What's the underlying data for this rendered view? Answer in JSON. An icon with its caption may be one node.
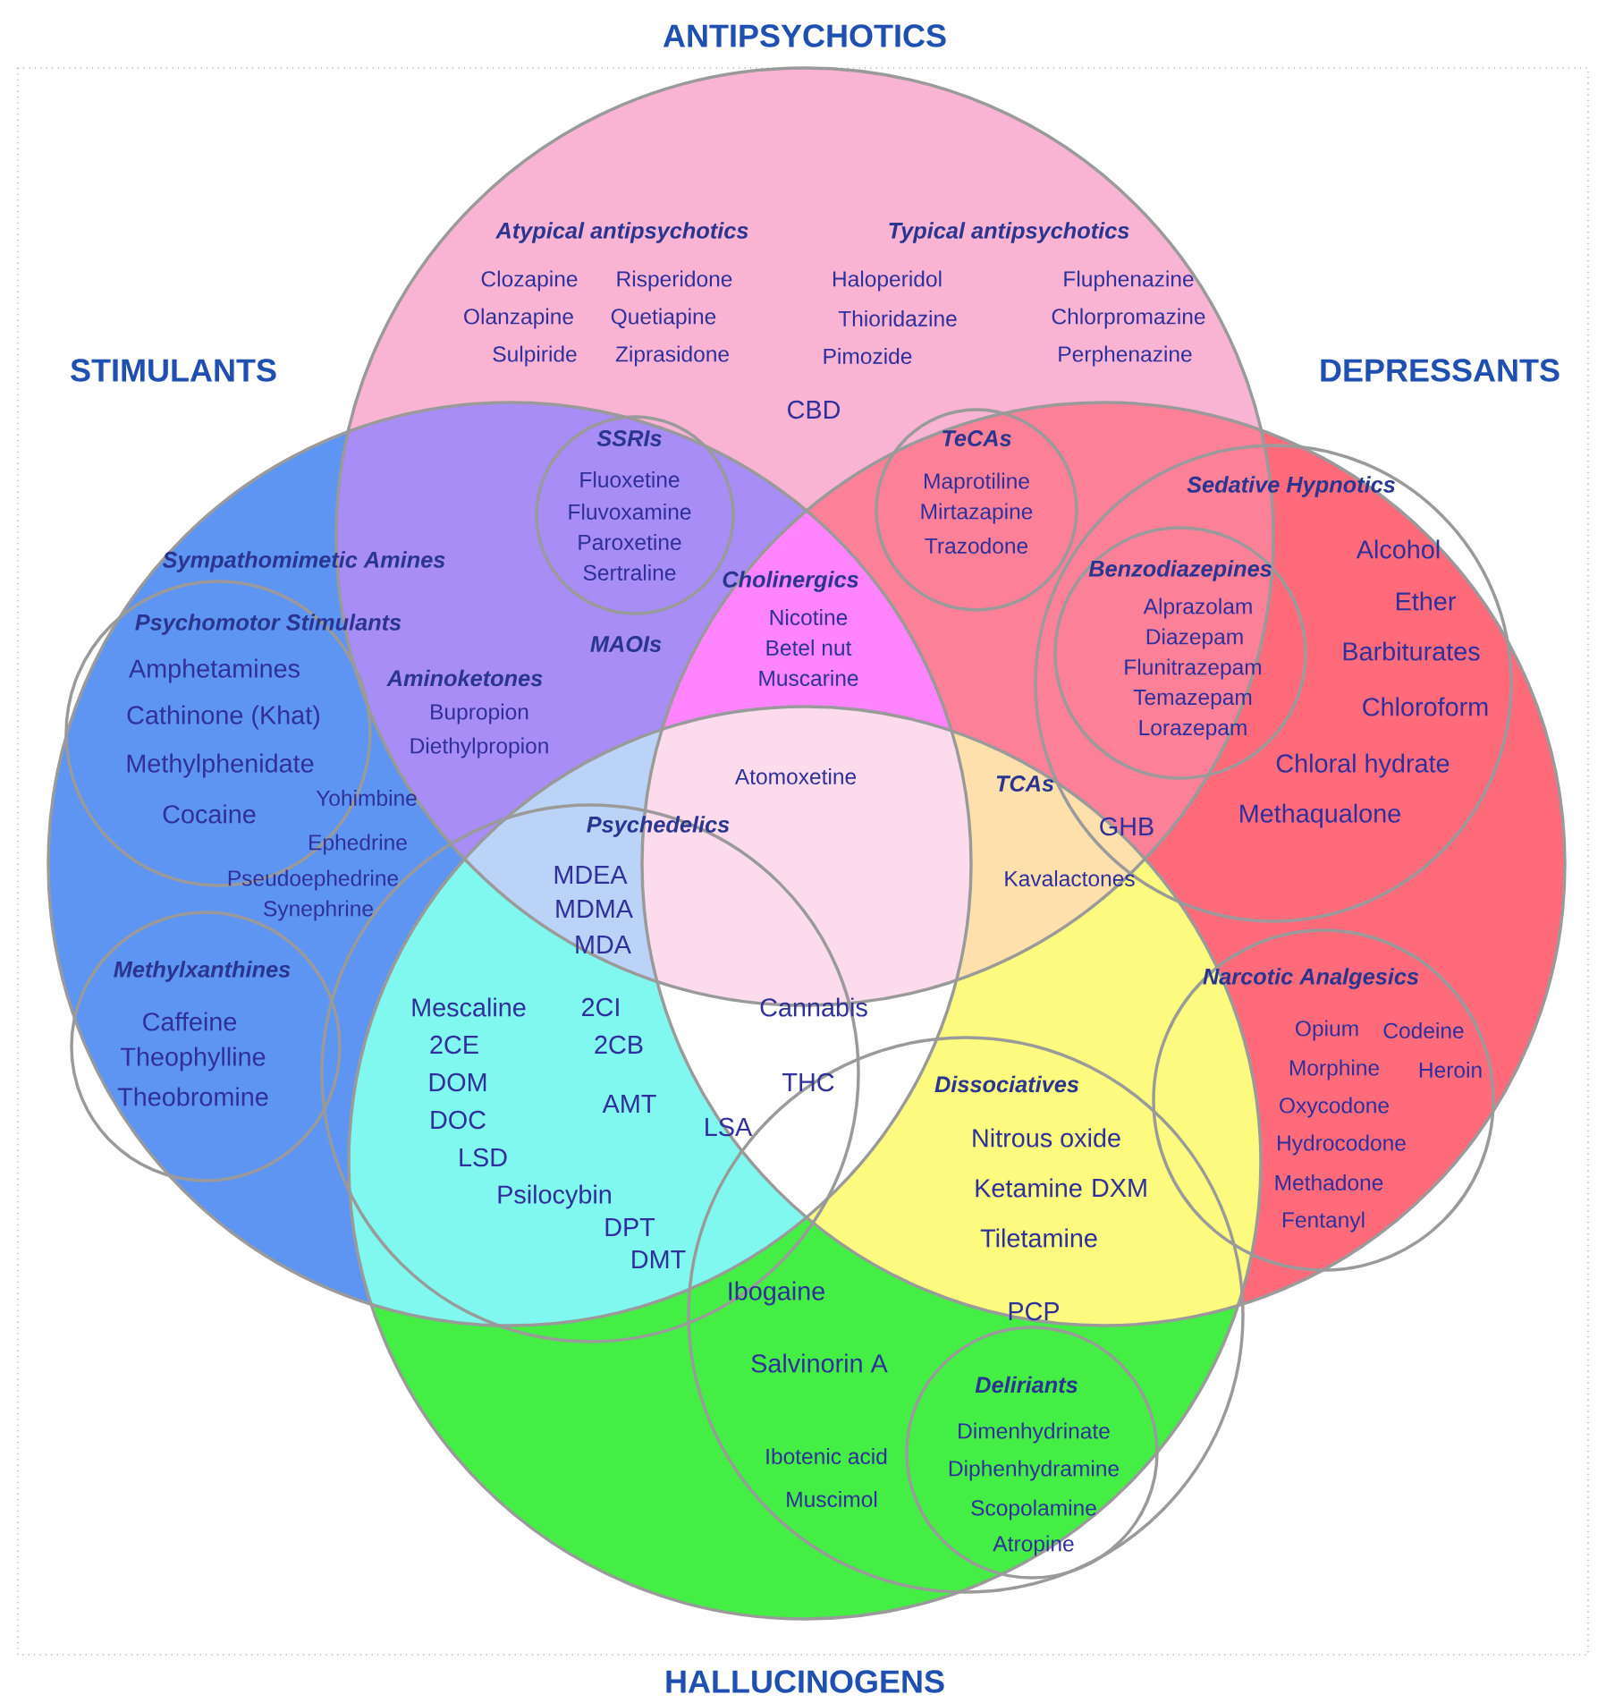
{
  "diagram": {
    "nodes": [
      {
        "text": [
          "ANTIPSYCHOTICS"
        ]
      },
      {
        "text": [
          "STIMULANTS"
        ]
      },
      {
        "text": [
          "DEPRESSANTS"
        ]
      },
      {
        "text": [
          "HALLUCINOGENS"
        ]
      },
      {
        "text": [
          "SSRIs",
          "Fluoxetine",
          "Fluvoxamine",
          "Paroxetine",
          "Sertraline"
        ]
      },
      {
        "text": [
          "TeCAs",
          "Maprotiline",
          "Mirtazapine",
          "Trazodone"
        ]
      },
      {
        "text": [
          "Sedative Hypnotics",
          "Alcohol",
          "Ether",
          "Barbiturates",
          "Chloroform",
          "Chloral hydrate",
          "Methaqualone"
        ],
        "in": 2
      },
      {
        "text": [
          "Benzodiazepines",
          "Alprazolam",
          "Diazepam",
          "Flunitrazepam",
          "Temazepam",
          "Lorazepam"
        ],
        "in": 6
      },
      {
        "text": [
          "Psychomotor Stimulants",
          "Amphetamines",
          "Cathinone (Khat)",
          "Methylphenidate",
          "Cocaine"
        ],
        "in": 1
      },
      {
        "text": [
          "Methylxanthines",
          "Caffeine",
          "Theophylline",
          "Theobromine"
        ],
        "in": 1
      },
      {
        "text": [
          "Psychedelics",
          "MDEA",
          "MDMA",
          "MDA",
          "Mescaline",
          "2CI",
          "2CE",
          "2CB",
          "DOM",
          "DOC",
          "AMT",
          "LSD",
          "Psilocybin",
          "DPT",
          "DMT"
        ]
      },
      {
        "text": [
          "Narcotic Analgesics",
          "Opium",
          "Codeine",
          "Morphine",
          "Heroin",
          "Oxycodone",
          "Hydrocodone",
          "Methadone",
          "Fentanyl"
        ],
        "in": 2
      },
      {
        "text": [
          "Dissociatives",
          "Nitrous oxide",
          "Ketamine",
          "DXM",
          "Tiletamine",
          "PCP"
        ],
        "in": 3
      },
      {
        "text": [
          "Deliriants",
          "Dimenhydrinate",
          "Diphenhydramine",
          "Scopolamine",
          "Atropine"
        ],
        "in": 12
      }
    ],
    "labels": [
      "Atypical antipsychotics",
      "Typical antipsychotics",
      "Clozapine",
      "Risperidone",
      "Haloperidol",
      "Fluphenazine",
      "Olanzapine",
      "Quetiapine",
      "Thioridazine",
      "Chlorpromazine",
      "Sulpiride",
      "Ziprasidone",
      "Pimozide",
      "Perphenazine",
      "CBD",
      "Sympathomimetic Amines",
      "Cholinergics",
      "Nicotine",
      "MAOIs",
      "Betel nut",
      "Aminoketones",
      "Muscarine",
      "Bupropion",
      "Diethylpropion",
      "Atomoxetine",
      "TCAs",
      "Yohimbine",
      "GHB",
      "Ephedrine",
      "Kavalactones",
      "Pseudoephedrine",
      "Synephrine",
      "Cannabis",
      "THC",
      "LSA",
      "Ibogaine",
      "Salvinorin A",
      "Ibotenic acid",
      "Muscimol"
    ]
  }
}
